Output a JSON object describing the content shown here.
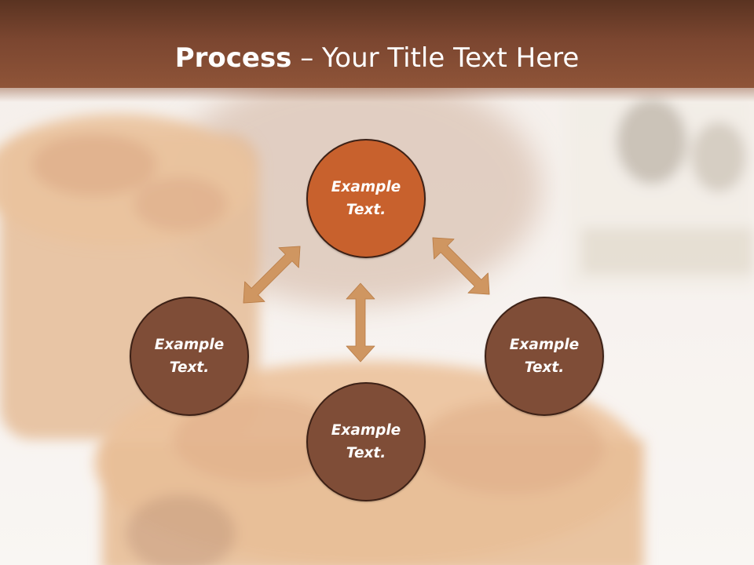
{
  "title": {
    "bold": "Process",
    "rest": " – Your Title Text Here"
  },
  "nodes": {
    "top": "Example Text.",
    "left": "Example Text.",
    "bottom": "Example Text.",
    "right": "Example Text."
  },
  "colors": {
    "header": "#7b4630",
    "node_top": "#c8612d",
    "node_other": "#7f4d37",
    "node_border": "#3d2116",
    "arrow": "#cf9661"
  },
  "icons": [
    "double-arrow-icon"
  ]
}
